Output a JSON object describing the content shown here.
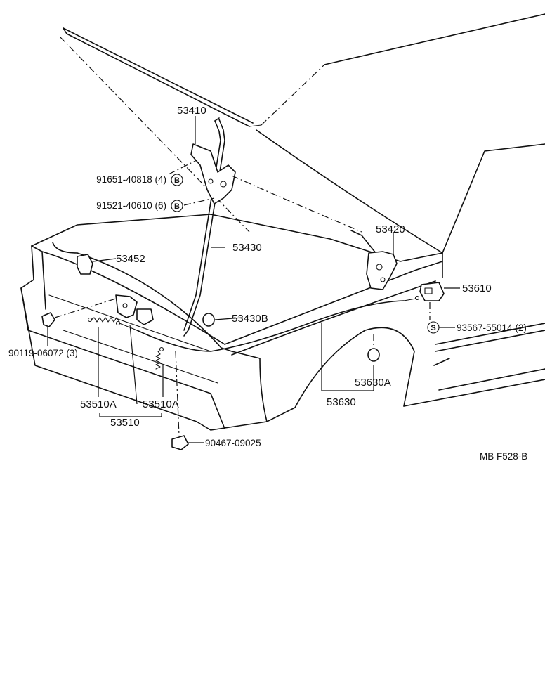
{
  "diagram": {
    "code": "MB F528-B",
    "callouts": {
      "p53410": "53410",
      "p91651": "91651-40818 (4)",
      "p91521": "91521-40610 (6)",
      "p53452": "53452",
      "p53430": "53430",
      "p53420": "53420",
      "p53610": "53610",
      "p53430B": "53430B",
      "p93567": "93567-55014 (2)",
      "p90119": "90119-06072 (3)",
      "p53630A": "53630A",
      "p53630": "53630",
      "p53510A_left": "53510A",
      "p53510A_right": "53510A",
      "p53510": "53510",
      "p90467": "90467-09025"
    },
    "markers": {
      "b1": "B",
      "b2": "B",
      "s1": "S"
    }
  }
}
